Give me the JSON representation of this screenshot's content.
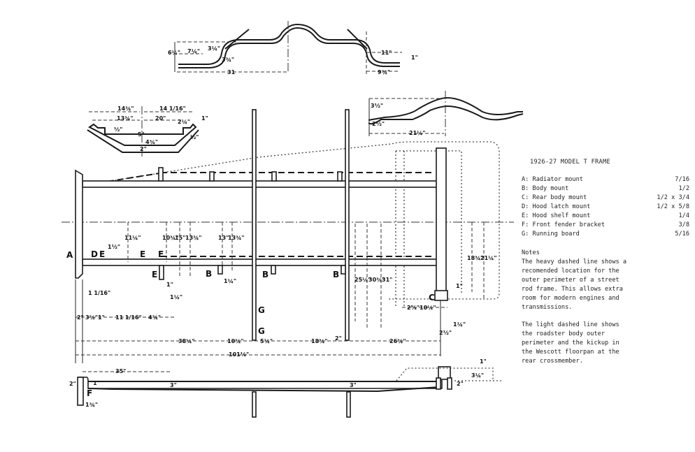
{
  "title": "1926-27 MODEL T FRAME",
  "legend": [
    {
      "key": "A",
      "label": "A: Radiator mount",
      "size": "7/16"
    },
    {
      "key": "B",
      "label": "B: Body mount",
      "size": "1/2"
    },
    {
      "key": "C",
      "label": "C: Rear body mount",
      "size": "1/2 x 3/4"
    },
    {
      "key": "D",
      "label": "D: Hood latch mount",
      "size": "1/2 x 5/8"
    },
    {
      "key": "E",
      "label": "E: Hood shelf mount",
      "size": "1/4"
    },
    {
      "key": "F",
      "label": "F: Front fender bracket",
      "size": "3/8"
    },
    {
      "key": "G",
      "label": "G: Running board",
      "size": "5/16"
    }
  ],
  "notes": {
    "heading": "Notes",
    "paragraphs": [
      "The heavy dashed line shows a\nrecomended location for the\nouter perimeter of a street\nrod frame. This allows extra\nroom for modern engines and\ntransmissions.",
      "The light dashed line shows\nthe roadster body outer\nperimeter and the kickup in\nthe Wescott floorpan at the\nrear crossmember."
    ]
  },
  "point_labels": {
    "A": "A",
    "B": "B",
    "C": "C",
    "D": "D",
    "E": "E",
    "F": "F",
    "G": "G"
  },
  "dimensions": {
    "top_crossmember": {
      "d1": "6¼\"",
      "d2": "7¼\"",
      "d3": "3¼\"",
      "d4": "3¾\"",
      "d5": "31",
      "d6": "11\"",
      "d7": "9¾\"",
      "d8": "1\""
    },
    "front_crossmember": {
      "d1": "14¾\"",
      "d2": "14 1/16\"",
      "d3": "13¾\"",
      "d4": "20\"",
      "d5": "2¼\"",
      "d6": "1\"",
      "d7": "½\"",
      "d8": "5\"",
      "d9": "4¾\"",
      "d10": "2\"",
      "d11": "½\""
    },
    "rear_crossmember": {
      "d1": "3½\"",
      "d2": "2½\"",
      "d3": "21¼\""
    },
    "plan_view": {
      "v1": "11¼\"",
      "v2": "10¾\"",
      "v3": "15\"",
      "v4": "13¾\"",
      "v5": "13\"",
      "v6": "13¾\"",
      "v7": "1½\"",
      "v8": "1¼\"",
      "v9": "1 1/16\"",
      "v10": "1\"",
      "v11": "1¼\"",
      "v12": "25¼\"",
      "v13": "30¾\"",
      "v14": "31\"",
      "v15": "18¾\"",
      "v16": "21¼\"",
      "v17": "1\"",
      "v18": "1¼\"",
      "v19": "2\"",
      "h1": "2\"",
      "h2": "3¾\"",
      "h3": "1\"",
      "h4": "11 1/16\"",
      "h5": "4¾\"",
      "h6": "2⅝\"",
      "h7": "10¼\"",
      "h8": "2½\"",
      "h9": "38¼\"",
      "h10": "10¾\"",
      "h11": "5¼\"",
      "h12": "18¾\"",
      "h13": "26¾\"",
      "h14": "101½\""
    },
    "side_view": {
      "s1": "2\"",
      "s2": "1\"",
      "s3": "35\"",
      "s4": "3\"",
      "s5": "1¾\"",
      "s6": "3\"",
      "s7": "3¼\"",
      "s8": "1\"",
      "s9": "2\""
    }
  }
}
